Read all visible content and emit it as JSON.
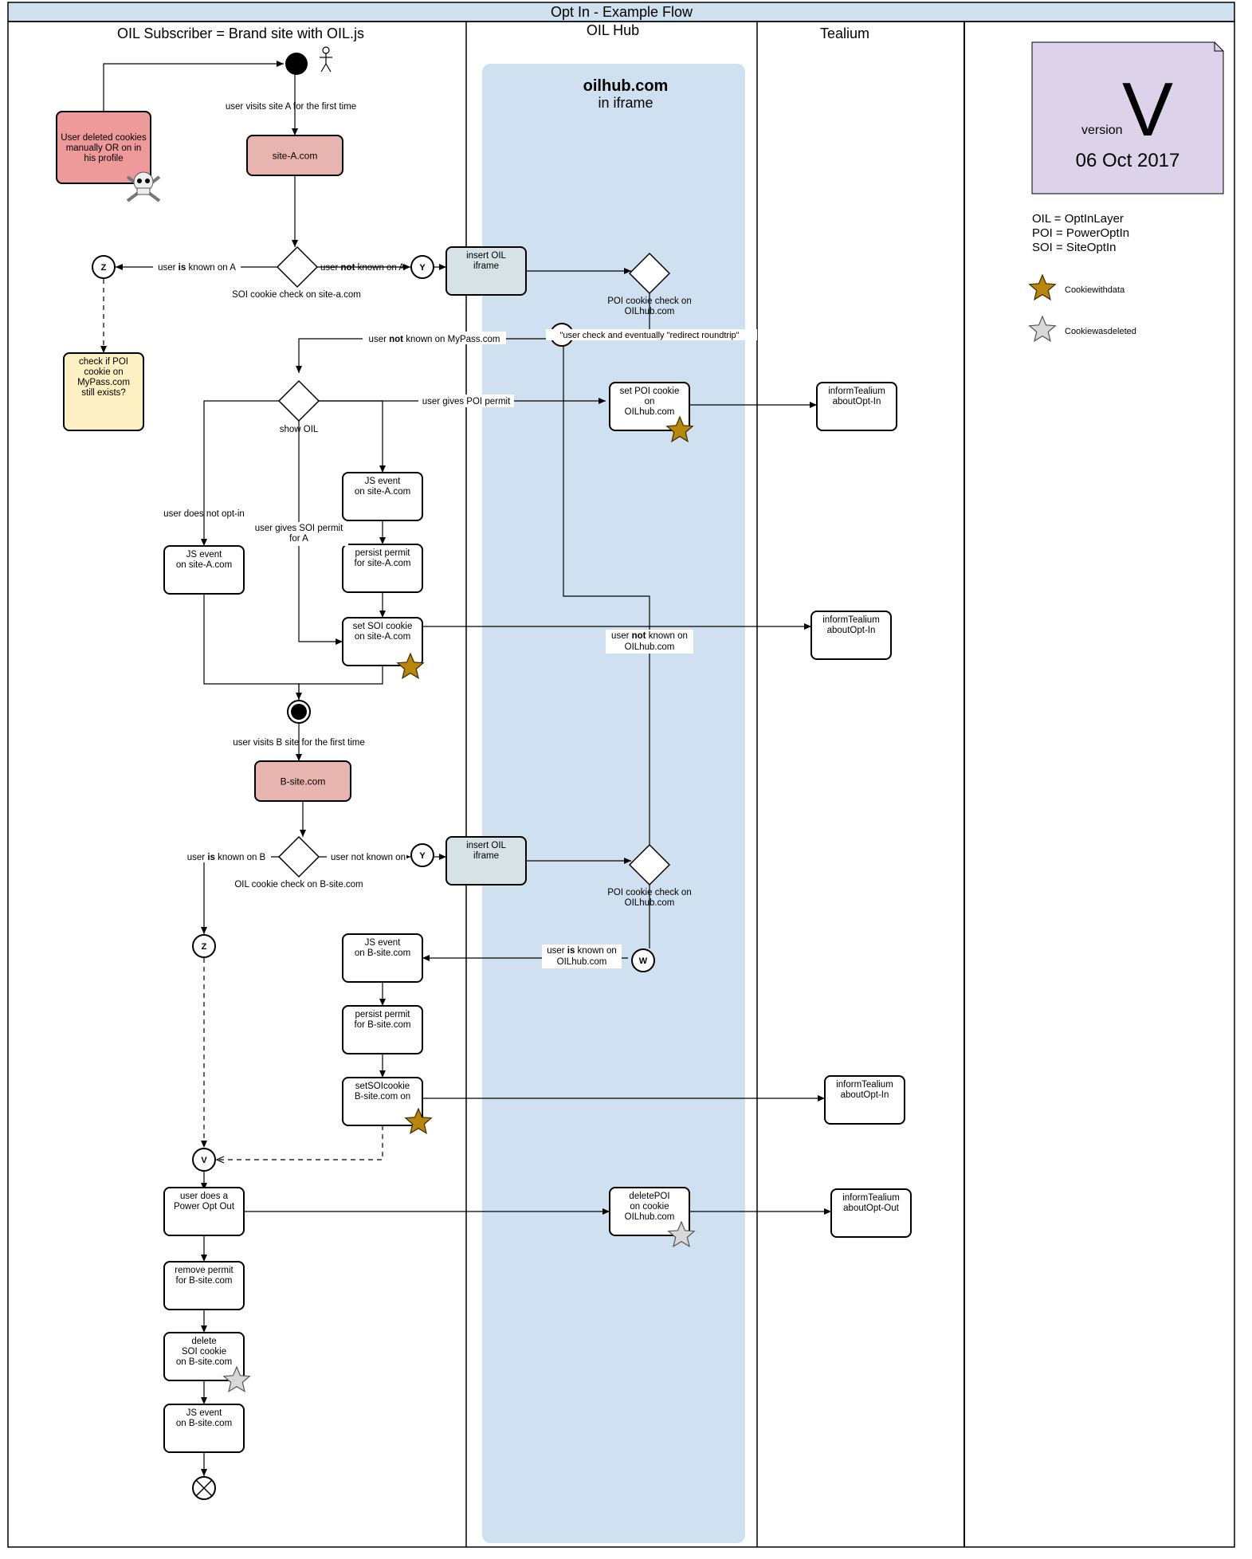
{
  "title": "Opt In - Example Flow",
  "lanes": {
    "subscriber": "OIL Subscriber = Brand site with OIL.js",
    "hub": "OIL Hub",
    "tealium": "Tealium"
  },
  "hub_frame": {
    "title": "oilhub.com",
    "subtitle": "in iframe"
  },
  "version_card": {
    "label": "version",
    "letter": "V",
    "date": "06 Oct 2017"
  },
  "legend": {
    "abbrev": [
      "OIL = OptInLayer",
      "POI = PowerOptIn",
      "SOI = SiteOptIn"
    ],
    "cookie_with_data": "Cookiewithdata",
    "cookie_deleted": "Cookiewasdeleted",
    "colors": {
      "filled_star": "#b8860b",
      "empty_star": "#d8d8d8"
    }
  },
  "nodes": {
    "deleted": [
      "User deleted cookies",
      "manually OR on in",
      "his profile"
    ],
    "siteA": "site-A.com",
    "insertA": [
      "insert OIL",
      "iframe"
    ],
    "checkPoi": [
      "check if POI",
      "cookie on",
      "MyPass.com",
      "still exists?"
    ],
    "setPoi": [
      "set POI cookie",
      "on",
      "OILhub.com"
    ],
    "tealPoi": [
      "informTealium",
      "aboutOpt-In"
    ],
    "jsA1": [
      "JS event",
      "on site-A.com"
    ],
    "jsA2": [
      "JS event",
      "on site-A.com"
    ],
    "persistA": [
      "persist permit",
      "for site-A.com"
    ],
    "setSoiA": [
      "set SOI cookie",
      "on site-A.com"
    ],
    "tealSoiA": [
      "informTealium",
      "aboutOpt-In"
    ],
    "siteB": "B-site.com",
    "insertB": [
      "insert OIL",
      "iframe"
    ],
    "jsB": [
      "JS event",
      "on B-site.com"
    ],
    "persistB": [
      "persist permit",
      "for B-site.com"
    ],
    "setSoiB": [
      "setSOIcookie",
      "B-site.com  on"
    ],
    "tealSoiB": [
      "informTealium",
      "aboutOpt-In"
    ],
    "powerOut": [
      "user does a",
      "Power Opt Out"
    ],
    "deletePoi": [
      "deletePOI",
      "on          cookie",
      "OILhub.com"
    ],
    "tealOut": [
      "informTealium",
      "aboutOpt-Out"
    ],
    "removePermit": [
      "remove permit",
      "for B-site.com"
    ],
    "deleteSoi": [
      "delete",
      "SOI cookie",
      "on B-site.com"
    ],
    "jsB2": [
      "JS event",
      "on B-site.com"
    ]
  },
  "connectors": {
    "z1": "Z",
    "y1": "Y",
    "x": "X",
    "y2": "Y",
    "z2": "Z",
    "w": "W",
    "v": "V"
  },
  "labels": {
    "visitA": "user visits site A for the first time",
    "knownA_pre": "user ",
    "knownA_bold": "is",
    "knownA_post": " known on A",
    "notKnownA_pre": "user ",
    "notKnownA_bold": "not",
    "notKnownA_post": " known on A",
    "soiCheckA": "SOI cookie check on site-a.com",
    "poiCheckA": [
      "POI cookie check on",
      "OILhub.com"
    ],
    "redirect": "\"user check and eventually \"redirect roundtrip\"",
    "notMyPass_pre": "user ",
    "notMyPass_bold": "not",
    "notMyPass_post": " known on MyPass.com",
    "showOil": "show OIL",
    "givesPoi": "user gives POI permit",
    "doesNotOpt": "user does not opt-in",
    "givesSoi": [
      "user gives SOI permit",
      "for A"
    ],
    "notKnownHub_pre": "user ",
    "notKnownHub_bold": "not",
    "notKnownHub_post": " known on",
    "notKnownHub2": "OILhub.com",
    "visitB": "user visits B site for the first time",
    "knownB_pre": "user ",
    "knownB_bold": "is",
    "knownB_post": " known on B",
    "notKnownB": "user not known on",
    "oilCheckB": "OIL cookie check on B-site.com",
    "poiCheckB": [
      "POI cookie check on",
      "OILhub.com"
    ],
    "knownHub_pre": "user ",
    "knownHub_bold": "is",
    "knownHub_post": " known on",
    "knownHub2": "OILhub.com"
  }
}
